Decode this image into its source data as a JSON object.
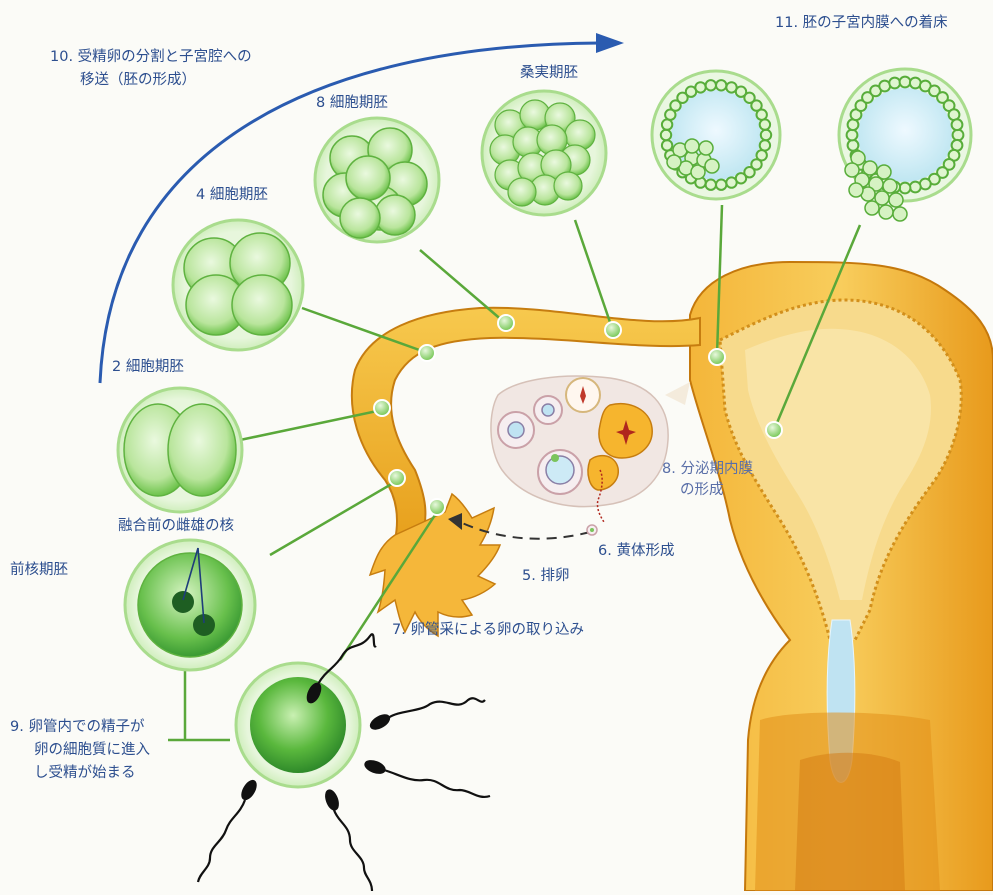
{
  "labels": {
    "step10_line1": "10. 受精卵の分割と子宮腔への",
    "step10_line2": "移送（胚の形成）",
    "step11": "11. 胚の子宮内膜への着床",
    "morula": "桑実期胚",
    "cell8": "8 細胞期胚",
    "cell4": "4 細胞期胚",
    "cell2": "2 細胞期胚",
    "pronuclei": "融合前の雌雄の核",
    "pronuclear_embryo": "前核期胚",
    "step9_line1": "9. 卵管内での精子が",
    "step9_line2": "卵の細胞質に進入",
    "step9_line3": "し受精が始まる",
    "step8_line1": "8. 分泌期内膜",
    "step8_line2": "の形成",
    "step6": "6. 黄体形成",
    "step5": "5. 排卵",
    "step7": "7. 卵管采による卵の取り込み"
  },
  "colors": {
    "text": "#2d4f8f",
    "arrow": "#2a5bb0",
    "embryo_green": "#6cc24a",
    "embryo_light": "#d8f3c5",
    "tube": "#f2b431",
    "uterus": "#e9a21f",
    "cavity": "#f7d98a",
    "mucus": "#bfe3f2"
  }
}
